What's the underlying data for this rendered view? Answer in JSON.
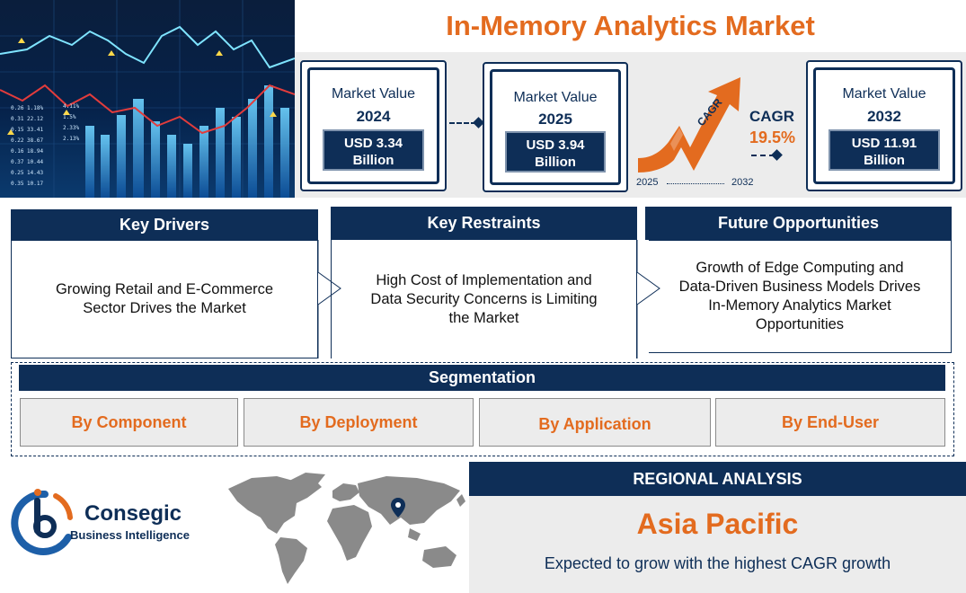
{
  "title": "In-Memory Analytics Market",
  "market": {
    "cards": [
      {
        "label": "Market Value",
        "year": "2024",
        "value_line1": "USD 3.34",
        "value_line2": "Billion"
      },
      {
        "label": "Market Value",
        "year": "2025",
        "value_line1": "USD 3.94",
        "value_line2": "Billion"
      },
      {
        "label": "Market Value",
        "year": "2032",
        "value_line1": "USD 11.91",
        "value_line2": "Billion"
      }
    ],
    "cagr": {
      "arrow_text": "CAGR",
      "label": "CAGR",
      "value": "19.5%",
      "start_year": "2025",
      "end_year": "2032"
    }
  },
  "columns": [
    {
      "heading": "Key Drivers",
      "text": "Growing Retail and E-Commerce Sector Drives the Market"
    },
    {
      "heading": "Key Restraints",
      "text": "High Cost of Implementation and Data Security Concerns is Limiting the Market"
    },
    {
      "heading": "Future Opportunities",
      "text": "Growth of Edge Computing and Data-Driven Business Models Drives In-Memory Analytics Market Opportunities"
    }
  ],
  "segmentation": {
    "heading": "Segmentation",
    "items": [
      "By Component",
      "By Deployment",
      "By Application",
      "By End-User"
    ]
  },
  "logo": {
    "name": "Consegic",
    "sub": "Business Intelligence"
  },
  "regional": {
    "heading": "REGIONAL ANALYSIS",
    "region": "Asia Pacific",
    "description": "Expected to grow with the highest CAGR growth"
  },
  "colors": {
    "navy": "#0e2e57",
    "orange": "#e36b1f",
    "gray": "#ececec"
  }
}
